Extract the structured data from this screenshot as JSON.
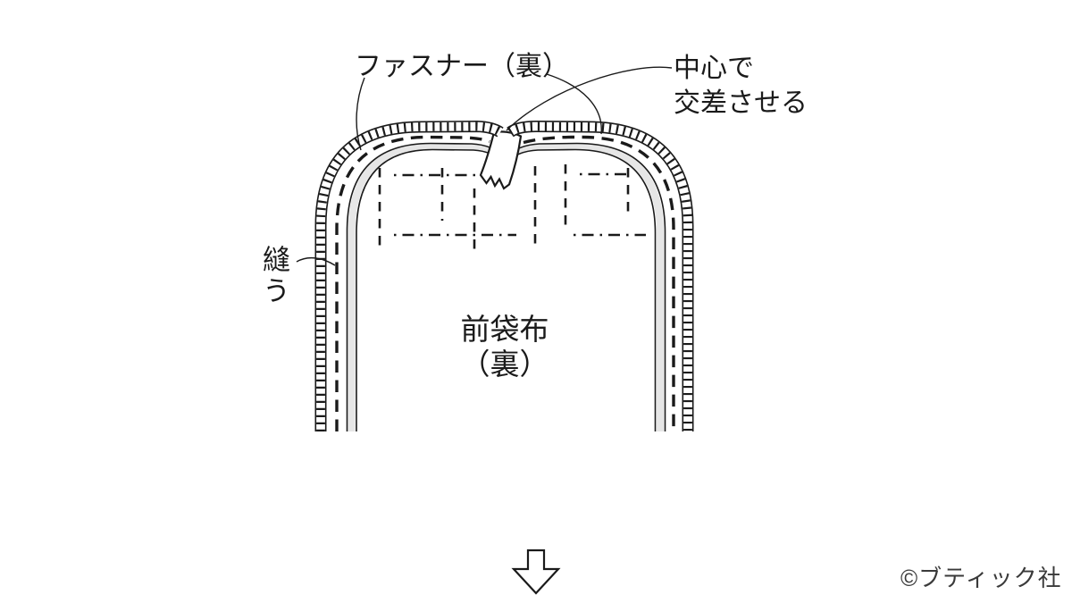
{
  "labels": {
    "zipper": "ファスナー（裏）",
    "cross_center_line1": "中心で",
    "cross_center_line2": "交差させる",
    "sew": "縫う",
    "front_fabric_line1": "前袋布",
    "front_fabric_line2": "（裏）"
  },
  "copyright": "©ブティック社",
  "icons": {
    "down_arrow": "down-arrow-icon"
  },
  "colors": {
    "line": "#1a1a1a",
    "tape_gray": "#e6e6e6",
    "copyright_text": "#3a3a3a",
    "background": "#ffffff"
  }
}
